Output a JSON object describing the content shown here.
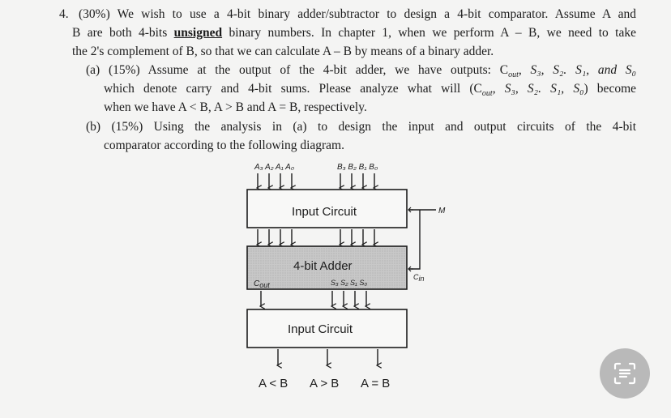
{
  "problem": {
    "number": "4.",
    "line1": "(30%) We wish to use a 4-bit binary adder/subtractor to design a 4-bit comparator. Assume A and",
    "line2a": "B are both 4-bits ",
    "line2u": "unsigned",
    "line2b": " binary numbers. In chapter 1, when we perform A – B, we need to take",
    "line3": "the 2's complement of B, so that we can calculate A – B by means of a binary adder.",
    "a1": "(a) (15%) Assume at the output of the 4-bit adder, we have outputs: C",
    "a1_sub": "out",
    "a1_rest": ", S",
    "a2": "which denote carry and 4-bit sums. Please analyze what will (C",
    "a2_sub": "out",
    "a2_rest": ", S",
    "a2_end": ") become",
    "a1_vars": ", S₃, S₂. S₁, and S₀",
    "a2_vars": ", S₃, S₂. S₁, S₀",
    "a3": "when we have A < B, A > B and A = B, respectively.",
    "b1": "(b) (15%) Using the analysis in (a) to design the input and output circuits of the 4-bit",
    "b2": "comparator according to the following diagram."
  },
  "diagram": {
    "a_inputs": "A₃ A₂ A₁ A₀",
    "b_inputs": "B₃ B₂ B₁ B₀",
    "top_block": "Input Circuit",
    "m_label": "M",
    "adder_block": "4-bit Adder",
    "sum_outputs": "S₃ S₂ S₁ S₀",
    "cout_label": "C",
    "cout_sub": "out",
    "cin_label": "C",
    "cin_sub": "in",
    "bottom_block": "Input Circuit",
    "out_lt": "A < B",
    "out_gt": "A > B",
    "out_eq": "A = B"
  },
  "icons": {
    "scan": "text-scan-icon"
  }
}
